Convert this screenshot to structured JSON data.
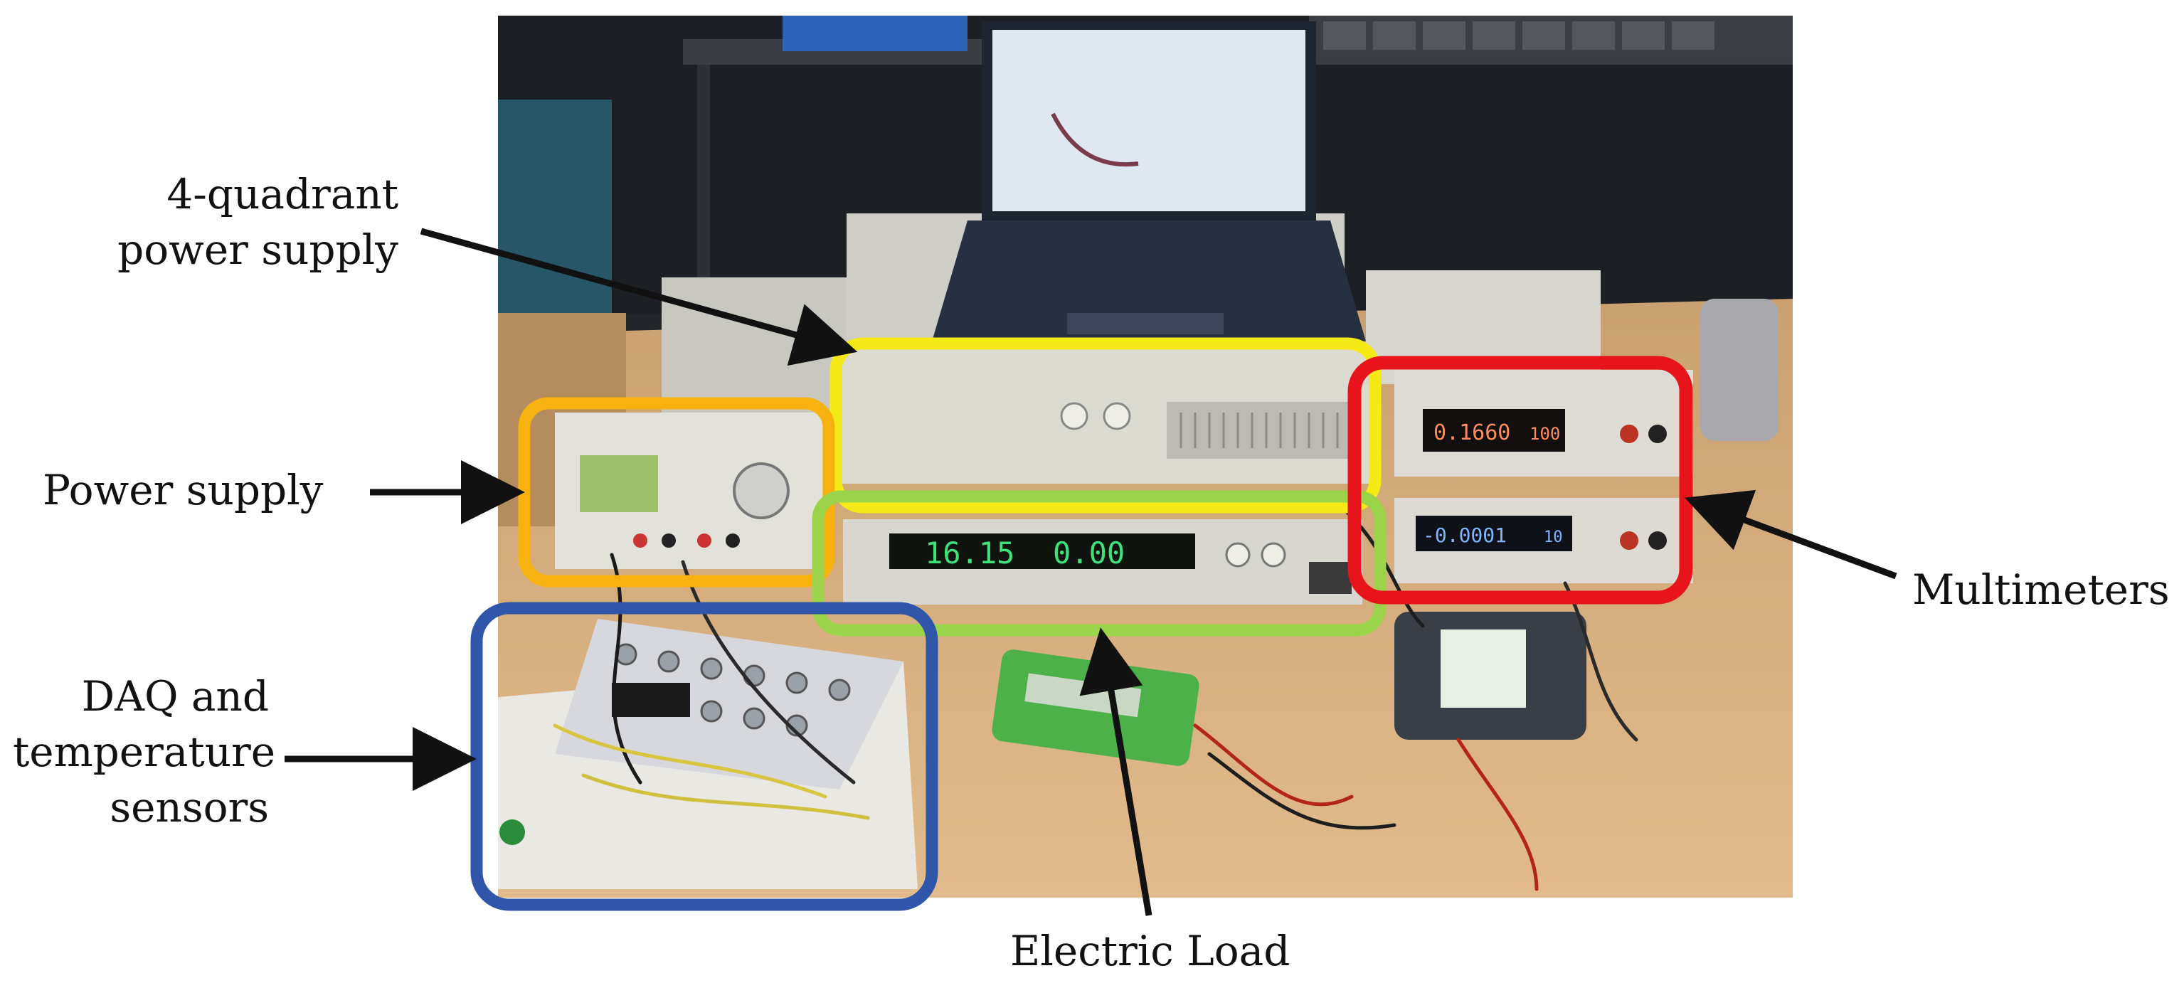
{
  "labels": {
    "four_quadrant": "4-quadrant\npower supply",
    "power_supply": "Power supply",
    "daq": "DAQ and\ntemperature\nsensors",
    "electric_load": "Electric Load",
    "multimeters": "Multimeters"
  },
  "instrument_readouts": {
    "load_display_left": "16.15",
    "load_display_right": "0.00",
    "dmm_top": "0.1660",
    "dmm_top_range": "100",
    "dmm_bottom": "-0.0001",
    "dmm_bottom_range": "10"
  },
  "highlight_colors": {
    "four_quadrant": "#f5ea16",
    "power_supply": "#f7b20f",
    "electric_load": "#9bd34a",
    "multimeters": "#e8141b",
    "daq": "#2f56a8"
  },
  "photo_palette": {
    "background": "#1f2226",
    "table": "#d8ad7c",
    "instrument": "#dddcd3"
  }
}
